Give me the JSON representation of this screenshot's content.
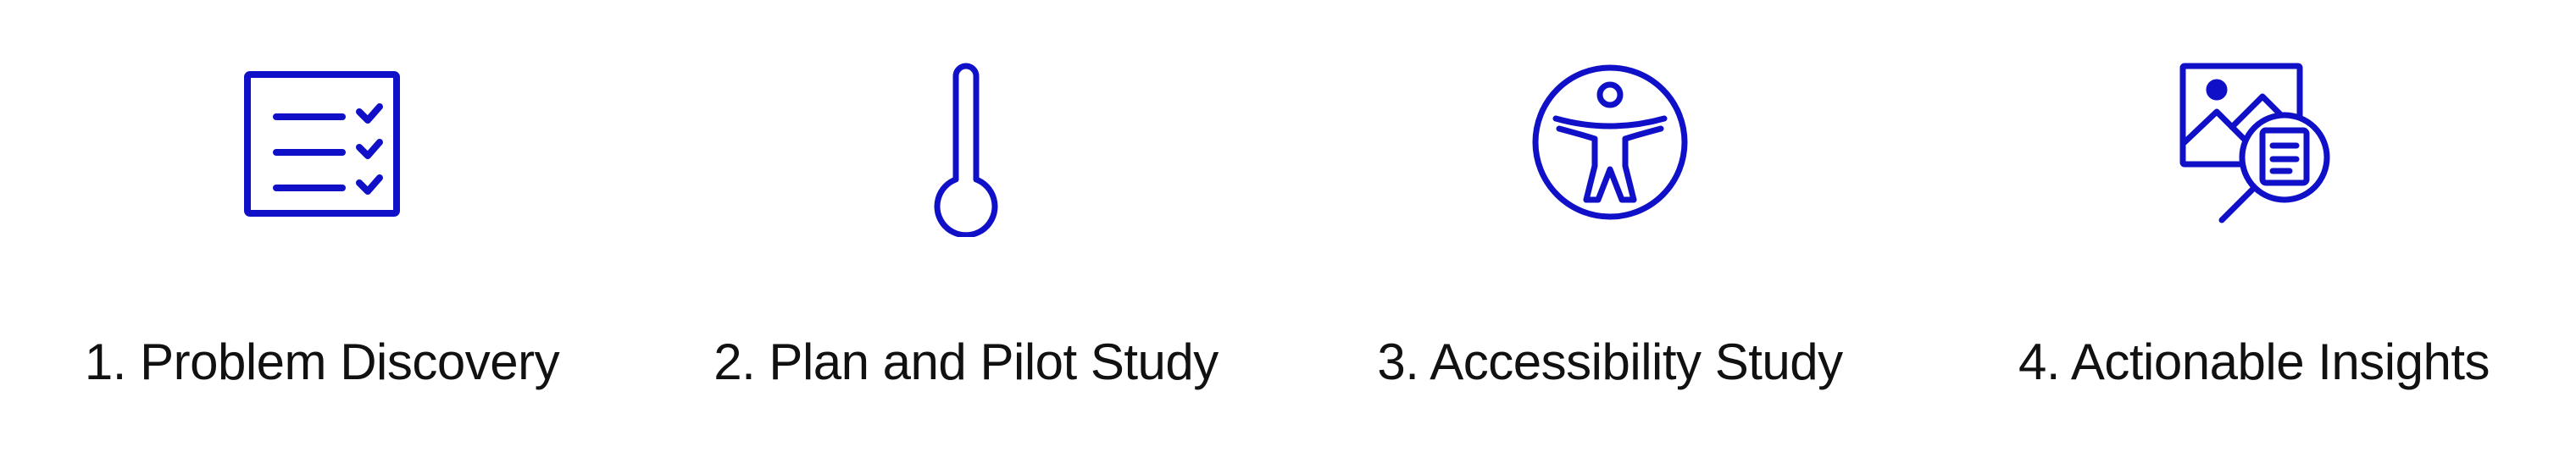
{
  "accent_color": "#1010c8",
  "steps": [
    {
      "label": "1. Problem Discovery",
      "icon": "checklist-icon"
    },
    {
      "label": "2. Plan and Pilot Study",
      "icon": "thermometer-icon"
    },
    {
      "label": "3. Accessibility Study",
      "icon": "accessibility-icon"
    },
    {
      "label": "4. Actionable Insights",
      "icon": "image-search-icon"
    }
  ]
}
